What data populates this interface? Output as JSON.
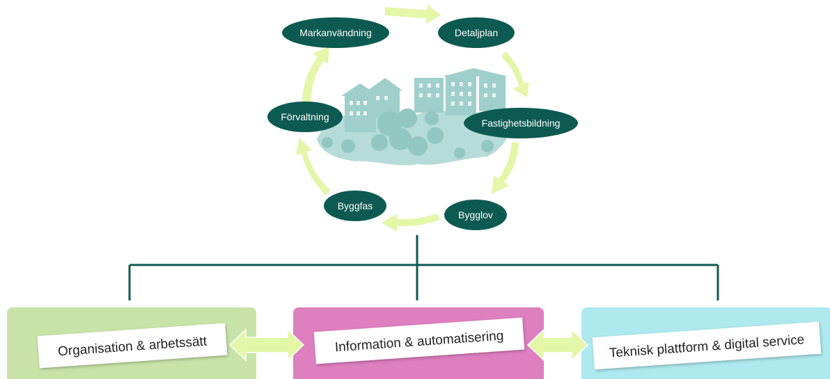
{
  "cycle": {
    "illustration": "city-buildings-illustration",
    "steps": [
      {
        "label": "Markanvändning"
      },
      {
        "label": "Detaljplan"
      },
      {
        "label": "Fastighetsbildning"
      },
      {
        "label": "Bygglov"
      },
      {
        "label": "Byggfas"
      },
      {
        "label": "Förvaltning"
      }
    ]
  },
  "pillars": [
    {
      "label": "Organisation & arbetssätt"
    },
    {
      "label": "Information & automatisering"
    },
    {
      "label": "Teknisk plattform & digital service"
    }
  ],
  "colors": {
    "node": "#0d5a52",
    "arrow": "#e4f6a8",
    "connector": "#0d5a52",
    "pillar_green": "#c8e3a8",
    "pillar_pink": "#de7fc0",
    "pillar_cyan": "#ade9ee",
    "illustration": "#8fc7c2"
  }
}
